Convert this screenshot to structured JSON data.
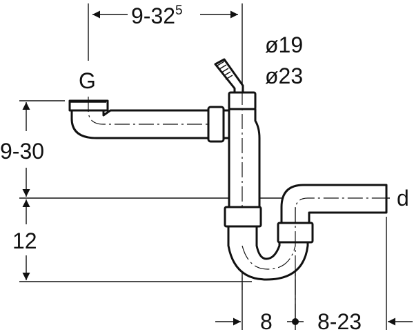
{
  "diagram": {
    "type": "technical-drawing",
    "subject": "siphon-trap-with-overflow-and-appliance-connection",
    "labels": {
      "inlet": "G",
      "outlet": "d",
      "hose_nozzle_diameter_1": "ø19",
      "hose_nozzle_diameter_2": "ø23"
    },
    "dimensions": {
      "top_horizontal": {
        "main": "9-32",
        "superscript": "5"
      },
      "left_vertical_upper": "9-30",
      "left_vertical_lower": "12",
      "bottom_left": "8",
      "bottom_right": "8-23"
    },
    "colors": {
      "line": "#111111",
      "background": "#ffffff"
    }
  }
}
